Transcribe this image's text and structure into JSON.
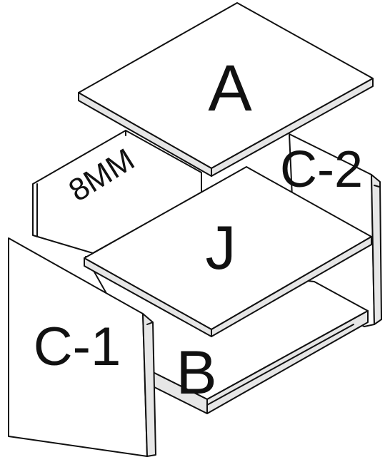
{
  "diagram": {
    "labels": {
      "panel_a": "A",
      "panel_j": "J",
      "panel_b": "B",
      "panel_c1": "C-1",
      "panel_c2": "C-2",
      "back_panel_thickness": "8MM"
    },
    "colors": {
      "line": "#111111",
      "panel_face": "#ffffff",
      "panel_edge": "#e6e6e6"
    }
  }
}
